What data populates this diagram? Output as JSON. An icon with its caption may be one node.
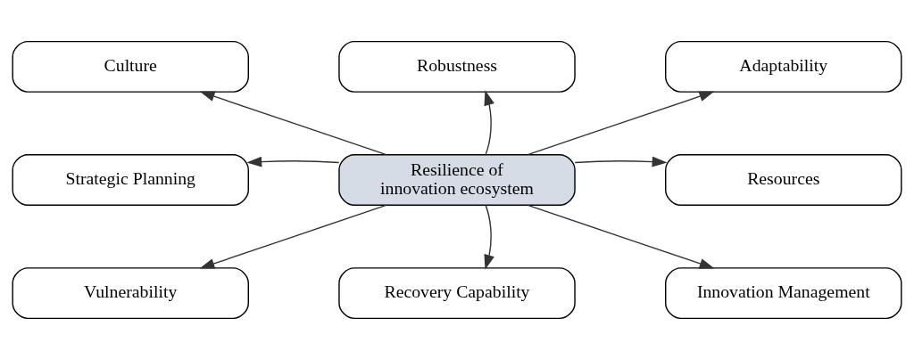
{
  "diagram": {
    "nodes": [
      {
        "text": [
          "Culture"
        ]
      },
      {
        "text": [
          "Robustness"
        ]
      },
      {
        "text": [
          "Adaptability"
        ]
      },
      {
        "text": [
          "Strategic Planning"
        ]
      },
      {
        "text": [
          "Resilience of innovation ecosystem"
        ]
      },
      {
        "text": [
          "Resources"
        ]
      },
      {
        "text": [
          "Vulnerability"
        ]
      },
      {
        "text": [
          "Recovery Capability"
        ]
      },
      {
        "text": [
          "Innovation Management"
        ]
      }
    ],
    "edges": [
      {
        "from": 4,
        "to": 0,
        "arrow": "to"
      },
      {
        "from": 4,
        "to": 1,
        "arrow": "to"
      },
      {
        "from": 4,
        "to": 2,
        "arrow": "to"
      },
      {
        "from": 4,
        "to": 3,
        "arrow": "to"
      },
      {
        "from": 4,
        "to": 5,
        "arrow": "to"
      },
      {
        "from": 4,
        "to": 6,
        "arrow": "to"
      },
      {
        "from": 4,
        "to": 7,
        "arrow": "to"
      },
      {
        "from": 4,
        "to": 8,
        "arrow": "to"
      }
    ]
  }
}
